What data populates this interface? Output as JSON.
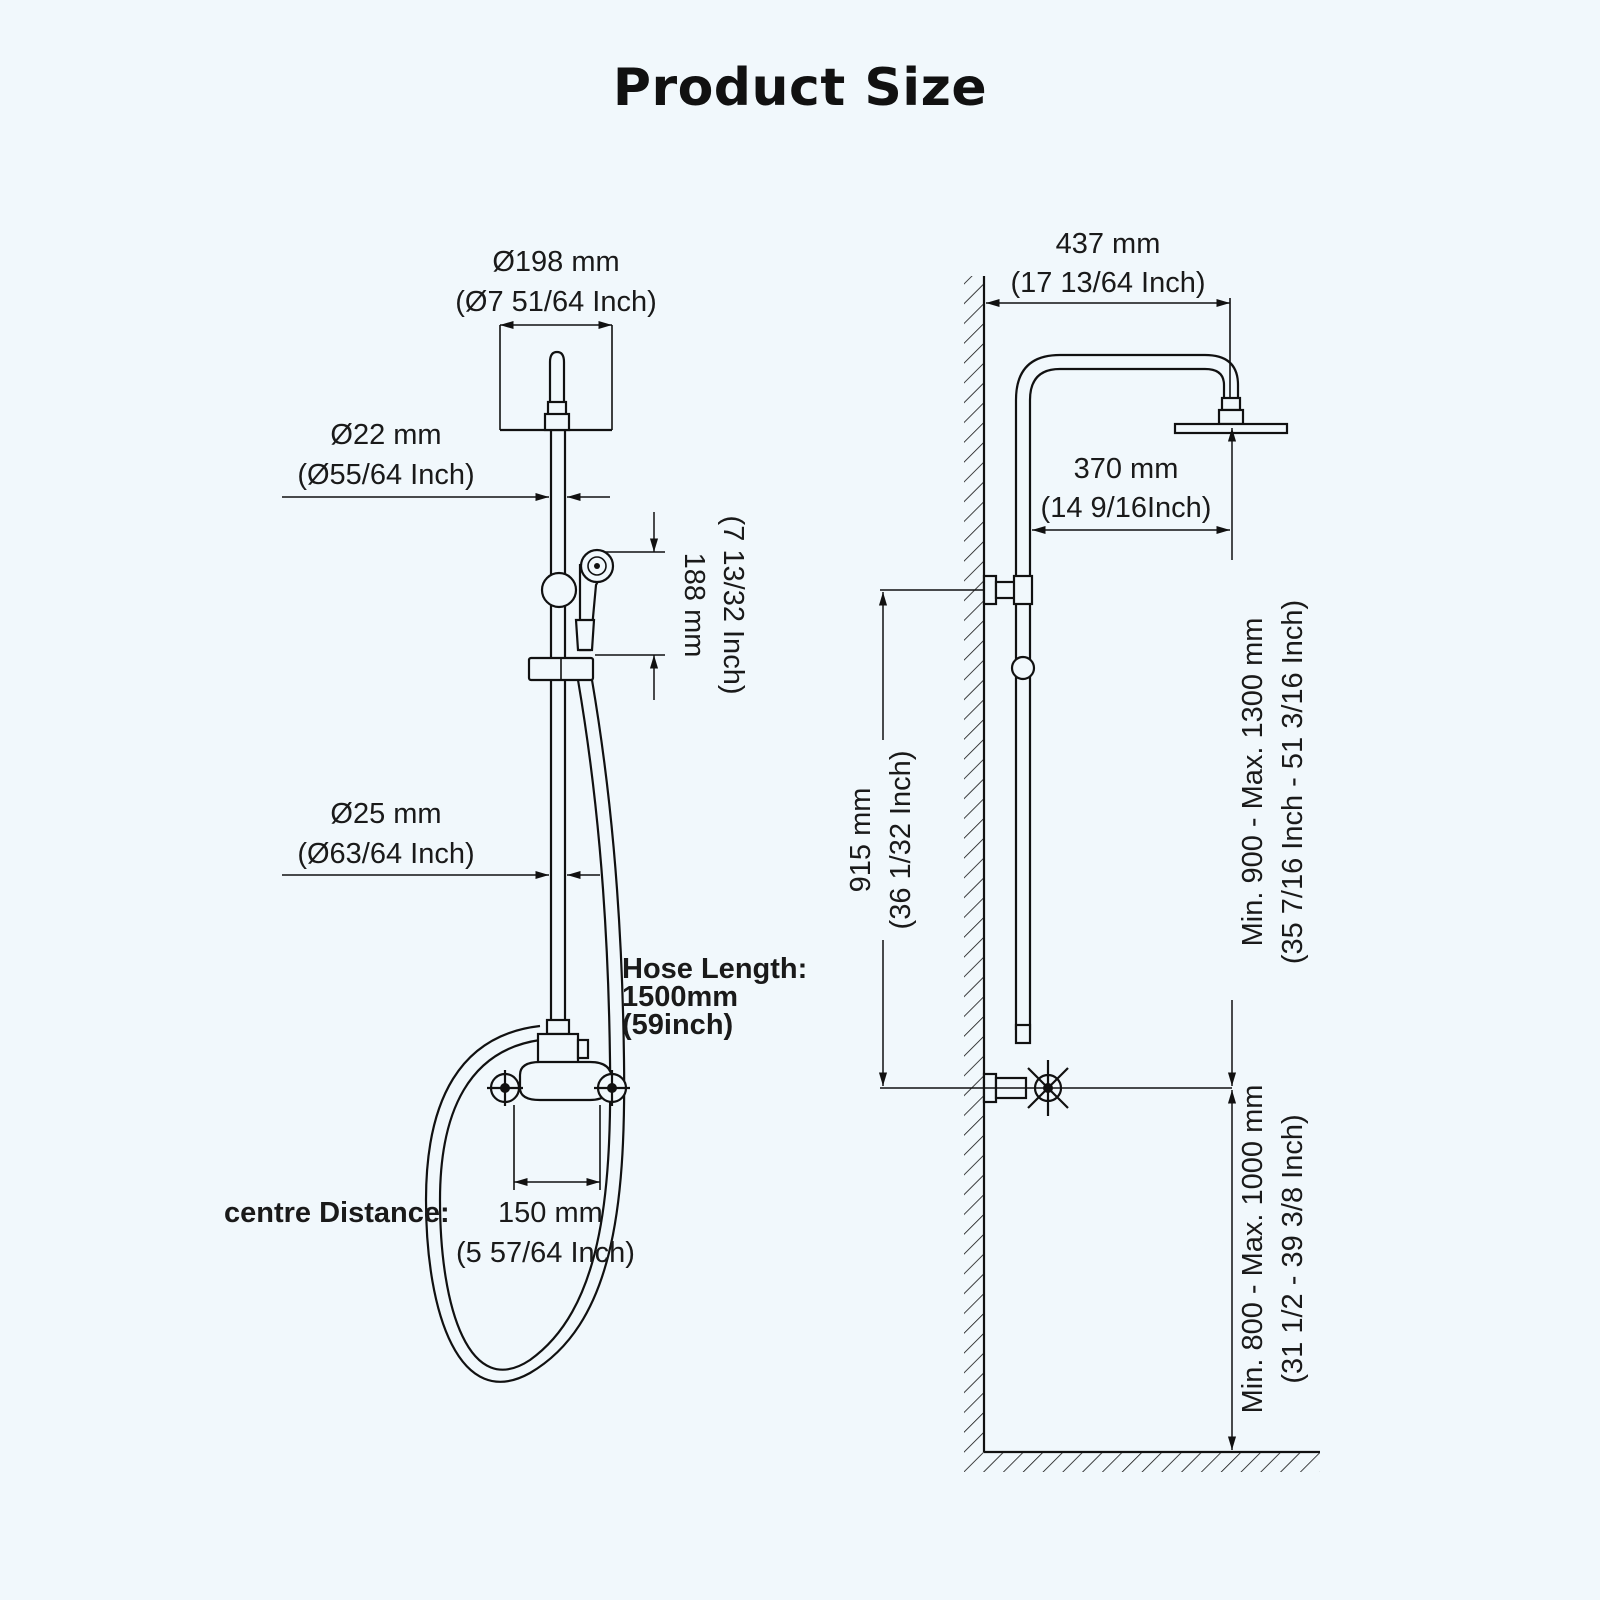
{
  "title": "Product Size",
  "front_view": {
    "head_diameter": {
      "mm": "Ø198 mm",
      "inch": "(Ø7 51/64 Inch)"
    },
    "upper_pipe": {
      "mm": "Ø22 mm",
      "inch": "(Ø55/64 Inch)"
    },
    "lower_pipe": {
      "mm": "Ø25 mm",
      "inch": "(Ø63/64 Inch)"
    },
    "hand_shower": {
      "mm": "188 mm",
      "inch": "(7 13/32 Inch)"
    },
    "hose": {
      "line1": "Hose Length:",
      "line2": "1500mm",
      "line3": "(59inch)"
    },
    "centre": {
      "label": "centre Distance:",
      "mm": "150 mm",
      "inch": "(5 57/64 Inch)"
    }
  },
  "side_view": {
    "arm_total": {
      "mm": "437 mm",
      "inch": "(17 13/64 Inch)"
    },
    "arm_reach": {
      "mm": "370 mm",
      "inch": "(14 9/16Inch)"
    },
    "bracket_spacing": {
      "mm": "915 mm",
      "inch": "(36 1/32 Inch)"
    },
    "head_height": {
      "mm": "Min. 900 - Max. 1300 mm",
      "inch": "(35 7/16 Inch - 51 3/16 Inch)"
    },
    "mixer_height": {
      "mm": "Min. 800 - Max. 1000 mm",
      "inch": "(31 1/2 - 39 3/8 Inch)"
    }
  }
}
